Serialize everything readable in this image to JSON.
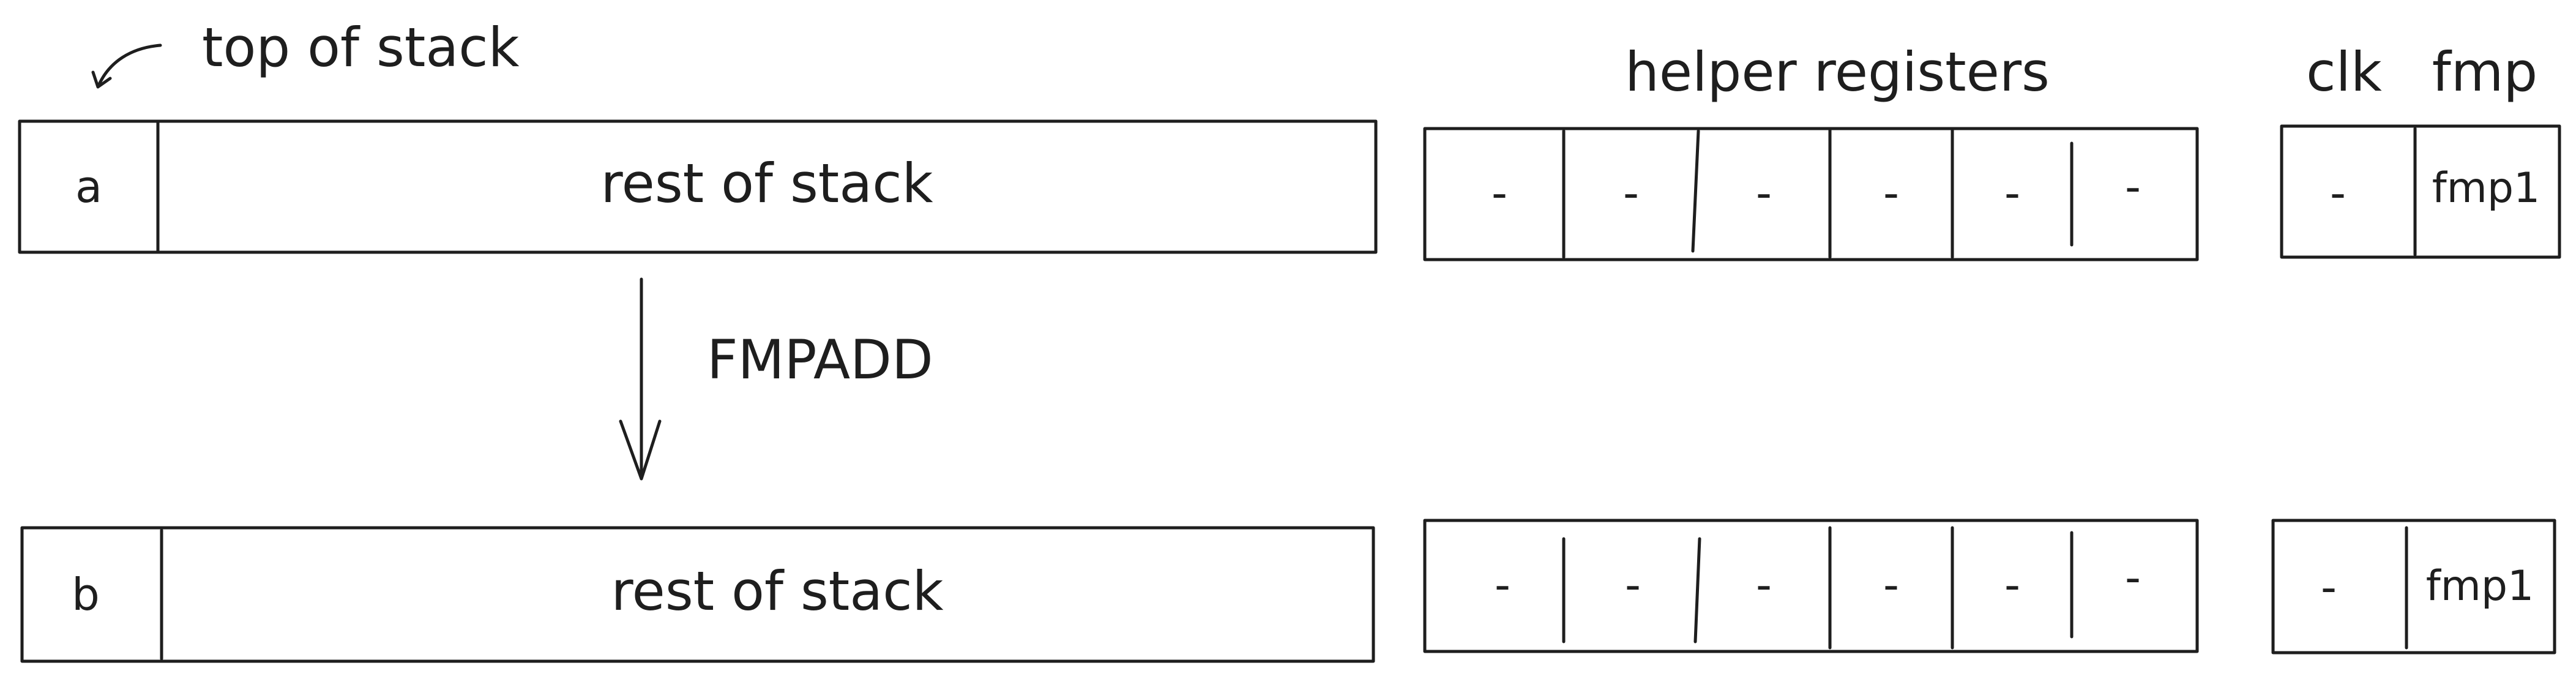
{
  "labels": {
    "top_of_stack": "top of stack",
    "helper_registers": "helper registers",
    "clk": "clk",
    "fmp": "fmp",
    "operation": "FMPADD"
  },
  "before": {
    "top_value": "a",
    "rest": "rest of stack",
    "helpers": [
      "-",
      "-",
      "-",
      "-",
      "-",
      "-"
    ],
    "clk": "-",
    "fmp": "fmp1"
  },
  "after": {
    "top_value": "b",
    "rest": "rest of stack",
    "helpers": [
      "-",
      "-",
      "-",
      "-",
      "-",
      "-"
    ],
    "clk": "-",
    "fmp": "fmp1"
  }
}
